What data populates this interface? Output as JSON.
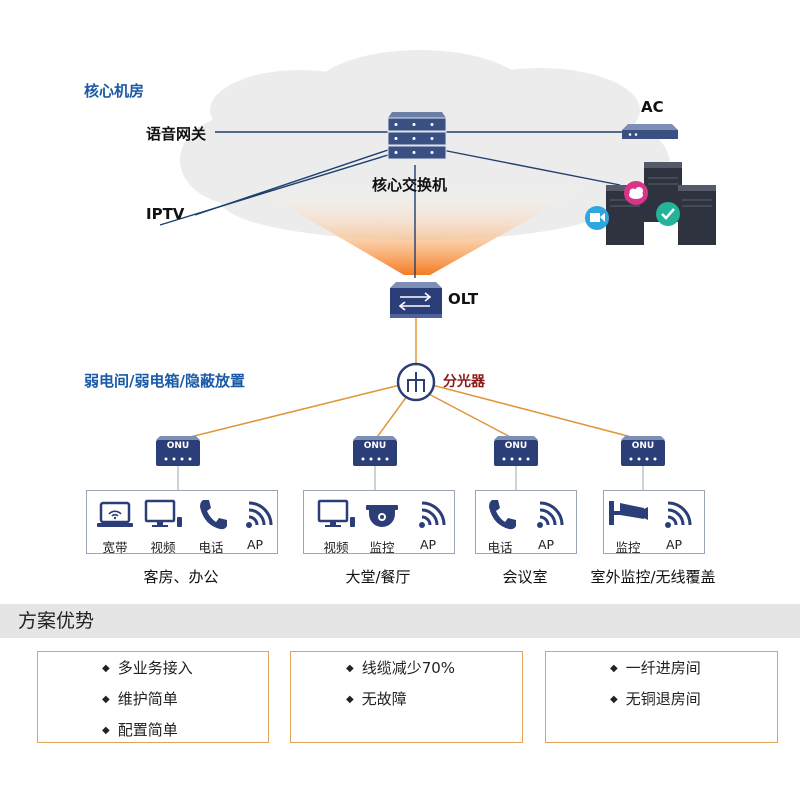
{
  "sections": {
    "core_room": "核心机房",
    "weak_room": "弱电间/弱电箱/隐蔽放置"
  },
  "nodes": {
    "voice_gateway": "语音网关",
    "iptv": "IPTV",
    "core_switch": "核心交换机",
    "ac": "AC",
    "olt": "OLT",
    "splitter": "分光器",
    "onu": "ONU"
  },
  "groups": [
    {
      "devices": [
        "宽带",
        "视频",
        "电话",
        "AP"
      ],
      "area": "客房、办公"
    },
    {
      "devices": [
        "视频",
        "监控",
        "AP"
      ],
      "area": "大堂/餐厅"
    },
    {
      "devices": [
        "电话",
        "AP"
      ],
      "area": "会议室"
    },
    {
      "devices": [
        "监控",
        "AP"
      ],
      "area": "室外监控/无线覆盖"
    }
  ],
  "advantages": {
    "title": "方案优势",
    "boxes": [
      [
        "多业务接入",
        "维护简单",
        "配置简单"
      ],
      [
        "线缆减少70%",
        "无故障"
      ],
      [
        "一纤进房间",
        "无铜退房间"
      ]
    ]
  },
  "colors": {
    "section_blue": "#1a5aa6",
    "device_navy": "#2c3e78",
    "fiber_orange": "#e0963a",
    "box_orange": "#e0a458",
    "splitter_red": "#8a1a1a"
  }
}
